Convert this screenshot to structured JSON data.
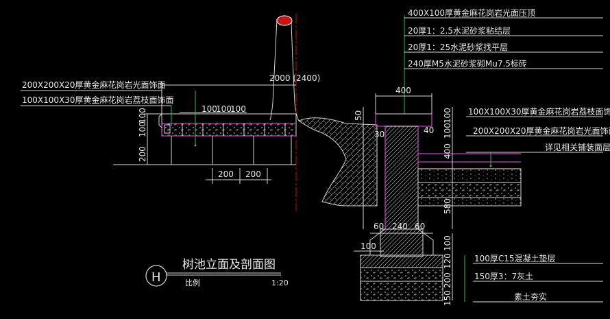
{
  "drawing": {
    "title": "树池立面及剖面图",
    "section_mark": "H",
    "scale_label": "比例",
    "scale_value": "1:20",
    "colors": {
      "background": "#000000",
      "text": "#e8e8e8",
      "leader": "#1fc24a",
      "edge": "#c23fc2",
      "center_line": "#d01010"
    }
  },
  "elevation": {
    "width_dim": "2000 (2400)",
    "label_top": "200X200X20厚黄金麻花岗岩光面饰面",
    "label_edge": "100X100X30厚黄金麻花岗岩荔枝面饰面",
    "dim_top_segments": [
      "100",
      "100",
      "100"
    ],
    "dim_bottom_segments": [
      "200",
      "200"
    ],
    "dim_left": [
      "200",
      "100",
      "100"
    ]
  },
  "section": {
    "top_dim": "400",
    "cap_labels": [
      "400X100厚黄金麻花岗岩光面压顶",
      "20厚1：2.5水泥砂浆粘结层",
      "20厚1：25水泥砂浆找平层",
      "240厚M5水泥砂浆砌Mu7.5标砖"
    ],
    "right_labels": [
      "100X100X30厚黄金麻花岗岩荔枝面饰面",
      "200X200X20厚黄金麻花岗岩光面饰面",
      "详见相关铺装面层"
    ],
    "base_labels": [
      "100厚C15混凝土垫层",
      "150厚3：7灰土",
      "素土夯实"
    ],
    "dims_left": [
      "50",
      "30",
      "580"
    ],
    "dims_inner": [
      "40"
    ],
    "dims_right": [
      "100",
      "100",
      "400"
    ],
    "dims_wall": [
      "60",
      "240",
      "60"
    ],
    "dims_footing_left": "100",
    "dims_footing_right": [
      "100",
      "120",
      "200",
      "150"
    ]
  }
}
